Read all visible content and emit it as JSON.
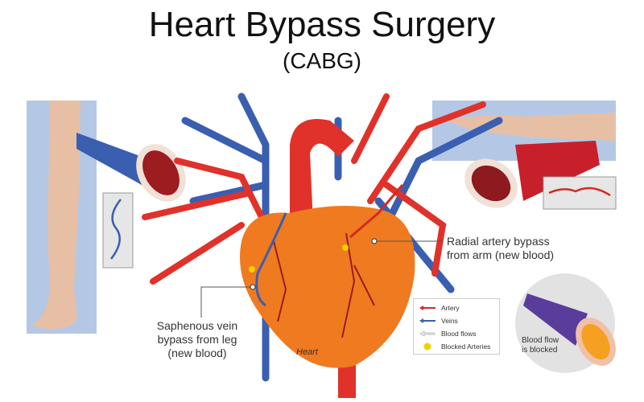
{
  "title": "Heart Bypass Surgery",
  "subtitle": "(CABG)",
  "labels": {
    "radial": [
      "Radial artery bypass",
      "from arm (new blood)"
    ],
    "saphenous": [
      "Saphenous vein",
      "bypass from leg",
      "(new blood)"
    ],
    "heart": "Heart",
    "blocked": [
      "Blood flow",
      "is blocked"
    ]
  },
  "legend": [
    {
      "icon": "artery-arrow-icon",
      "label": "Artery",
      "color": "#d42a20"
    },
    {
      "icon": "vein-arrow-icon",
      "label": "Veins",
      "color": "#3a5fb0"
    },
    {
      "icon": "blood-flow-arrow-icon",
      "label": "Blood flows",
      "color": "#cccccc"
    },
    {
      "icon": "blocked-dot-icon",
      "label": "Blocked Arteries",
      "color": "#f2d000"
    }
  ],
  "colors": {
    "artery": "#e0322a",
    "vein": "#3a5fb0",
    "heart": "#f07a20",
    "panel": "#b4c8e6"
  }
}
